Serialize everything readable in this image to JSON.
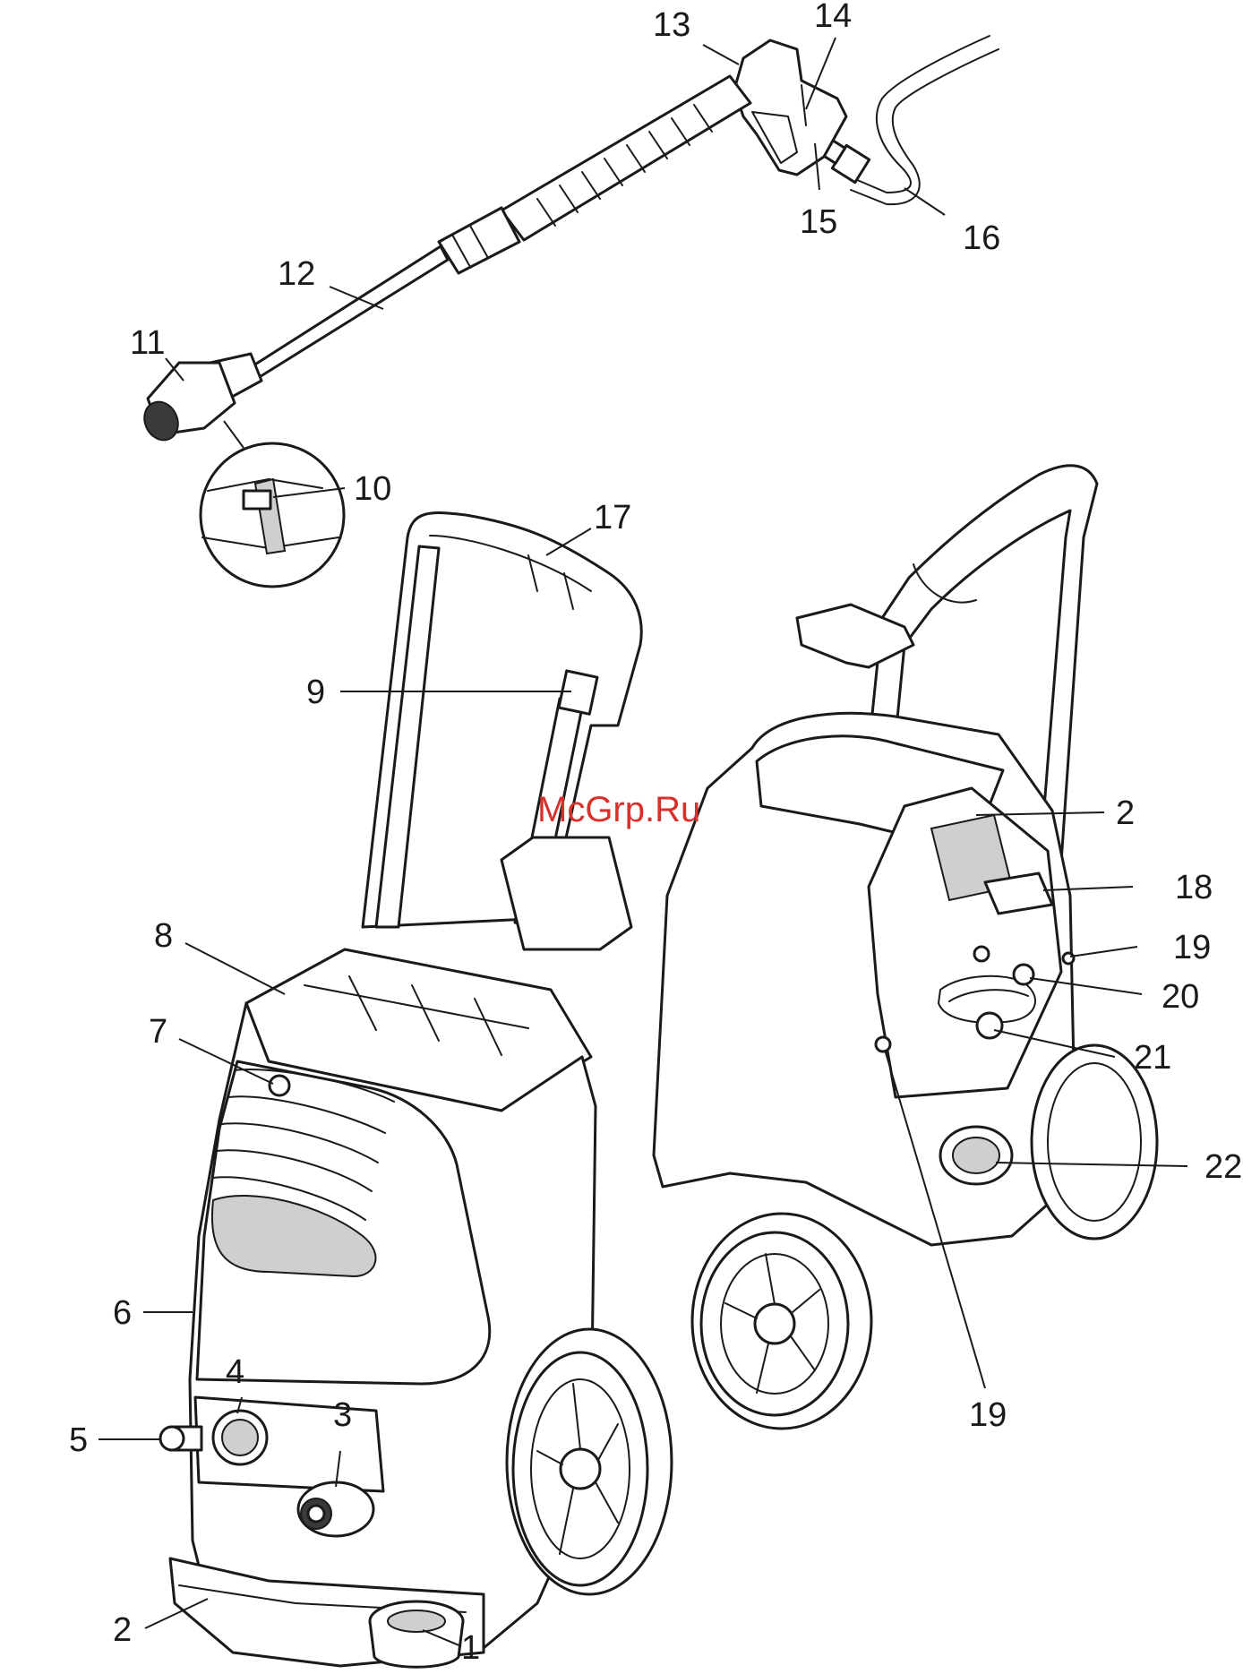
{
  "watermark": "McGrp.Ru",
  "callouts": [
    {
      "id": "c1",
      "label": "1"
    },
    {
      "id": "c2a",
      "label": "2"
    },
    {
      "id": "c2b",
      "label": "2"
    },
    {
      "id": "c3",
      "label": "3"
    },
    {
      "id": "c4",
      "label": "4"
    },
    {
      "id": "c5",
      "label": "5"
    },
    {
      "id": "c6",
      "label": "6"
    },
    {
      "id": "c7",
      "label": "7"
    },
    {
      "id": "c8",
      "label": "8"
    },
    {
      "id": "c9",
      "label": "9"
    },
    {
      "id": "c10",
      "label": "10"
    },
    {
      "id": "c11",
      "label": "11"
    },
    {
      "id": "c12",
      "label": "12"
    },
    {
      "id": "c13",
      "label": "13"
    },
    {
      "id": "c14",
      "label": "14"
    },
    {
      "id": "c15",
      "label": "15"
    },
    {
      "id": "c16",
      "label": "16"
    },
    {
      "id": "c17",
      "label": "17"
    },
    {
      "id": "c18",
      "label": "18"
    },
    {
      "id": "c19a",
      "label": "19"
    },
    {
      "id": "c19b",
      "label": "19"
    },
    {
      "id": "c20",
      "label": "20"
    },
    {
      "id": "c21",
      "label": "21"
    },
    {
      "id": "c22",
      "label": "22"
    }
  ]
}
